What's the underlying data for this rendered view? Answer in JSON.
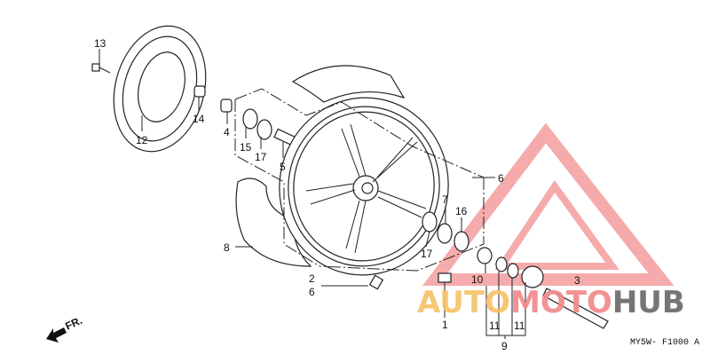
{
  "diagram": {
    "callouts": {
      "c13": "13",
      "c12": "12",
      "c14": "14",
      "c4": "4",
      "c15": "15",
      "c17a": "17",
      "c5": "5",
      "c8": "8",
      "c2": "2",
      "c6a": "6",
      "c6b": "6",
      "c7": "7",
      "c16": "16",
      "c17b": "17",
      "c10": "10",
      "c11a": "11",
      "c11b": "11",
      "c1": "1",
      "c9": "9",
      "c3": "3"
    },
    "direction_label": "FR.",
    "drawing_code": "MY5W- F1000 A"
  },
  "watermark": {
    "part1": "AUTO",
    "part2": "MOTO",
    "part3": "HUB",
    "colors": {
      "auto": "#f6c36a",
      "moto": "#f08a8a",
      "hub": "#6b6b6b",
      "triangle": "#f4a3a3"
    }
  }
}
